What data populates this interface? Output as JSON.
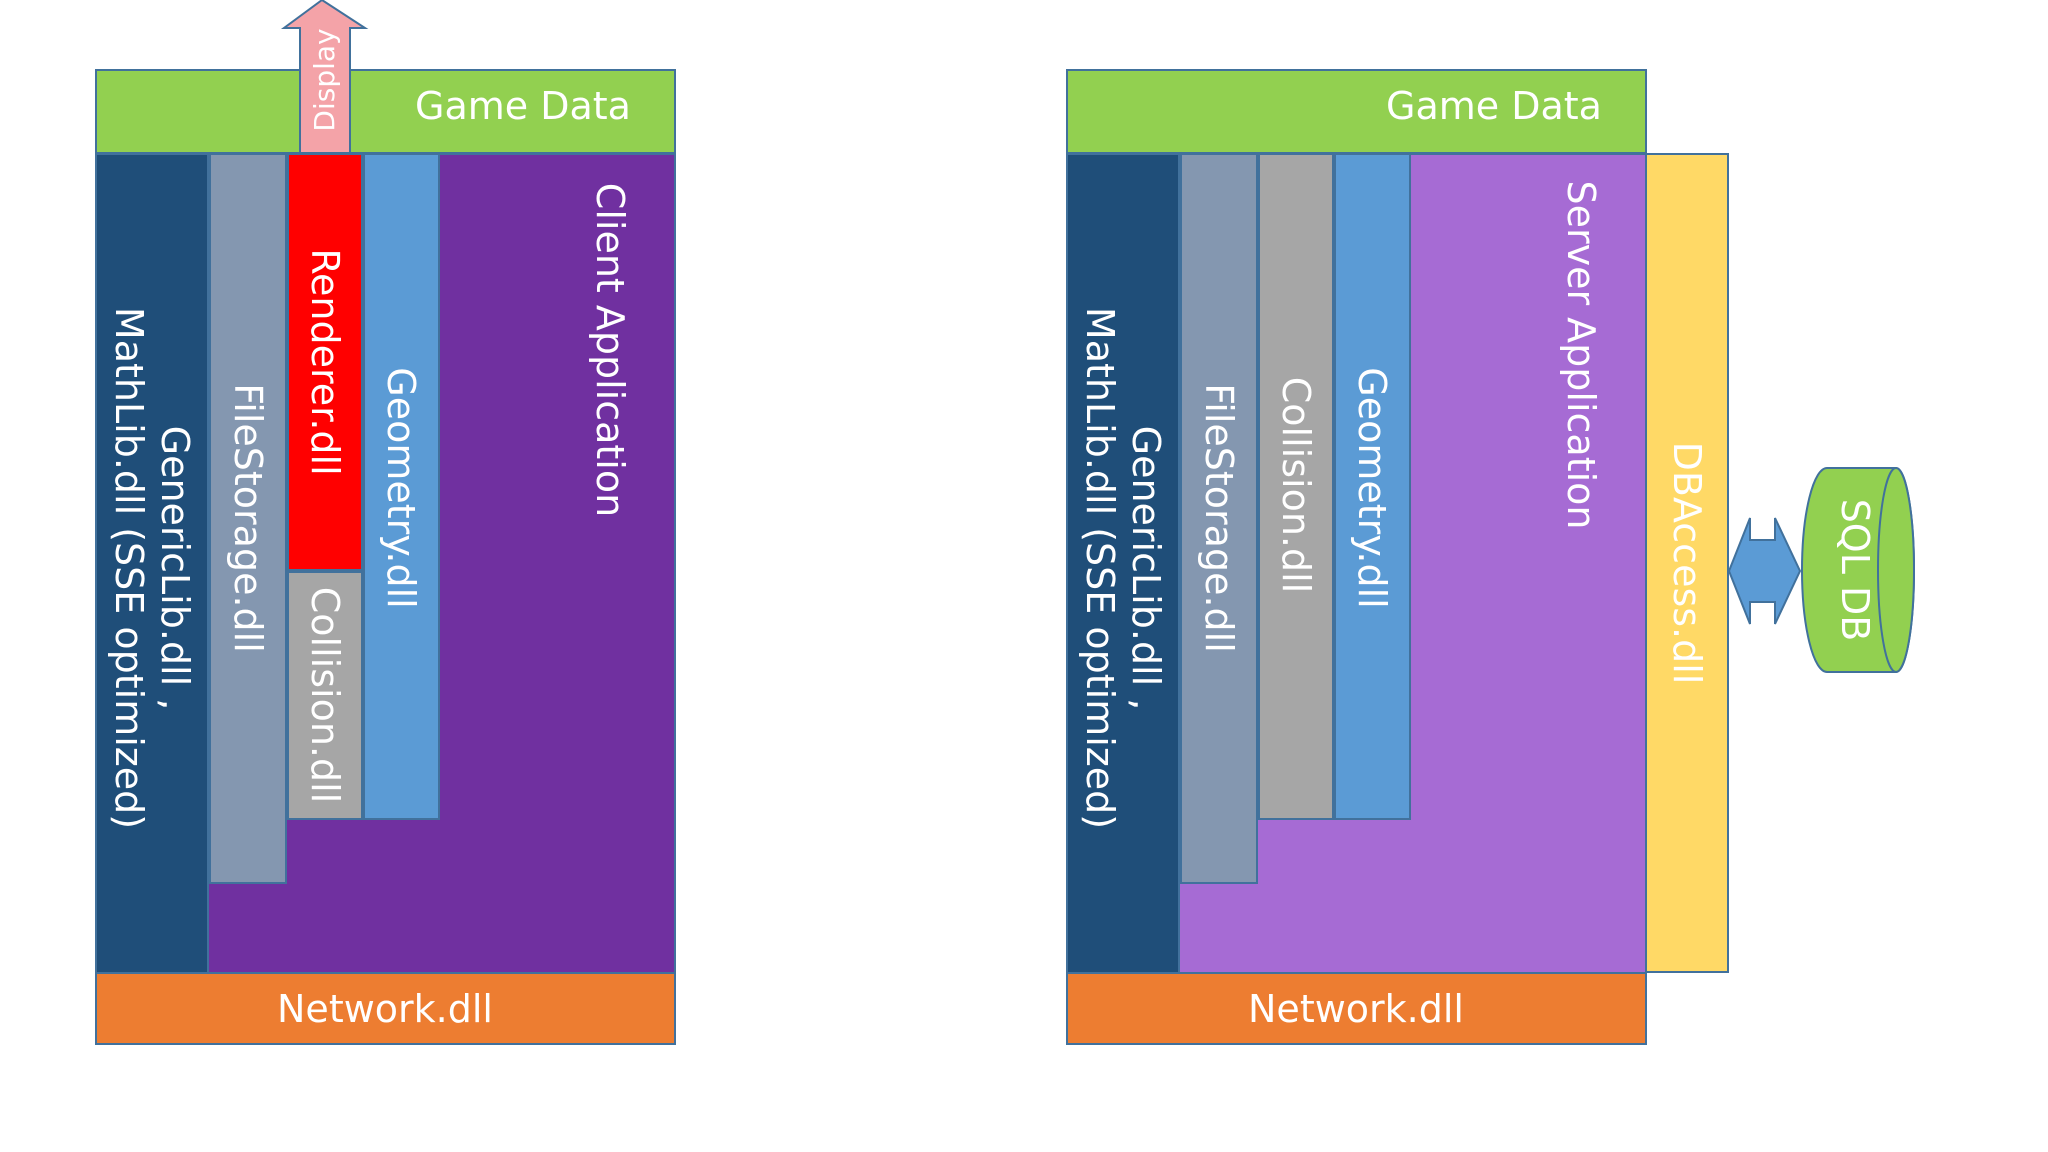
{
  "client": {
    "game_data": "Game Data",
    "display": "Display",
    "app": "Client Application",
    "generic": "GenericLib.dll ,\nMathLib.dll (SSE optimized)",
    "filestorage": "FileStorage.dll",
    "renderer": "Renderer.dll",
    "collision": "Collision.dll",
    "geometry": "Geometry.dll",
    "network": "Network.dll"
  },
  "server": {
    "game_data": "Game Data",
    "app": "Server Application",
    "generic": "GenericLib.dll ,\nMathLib.dll (SSE optimized)",
    "filestorage": "FileStorage.dll",
    "collision": "Collision.dll",
    "geometry": "Geometry.dll",
    "dbaccess": "DBAccess.dll",
    "sqldb": "SQL DB",
    "network": "Network.dll"
  },
  "colors": {
    "game_data": "#92d050",
    "client_app": "#7030a0",
    "server_app": "#a66bd4",
    "generic": "#1f4e79",
    "filestorage": "#8497b0",
    "renderer": "#ff0000",
    "collision": "#a6a6a6",
    "geometry": "#5b9bd5",
    "network": "#ed7d31",
    "dbaccess": "#ffd966",
    "display_arrow": "#f4a3a8"
  }
}
